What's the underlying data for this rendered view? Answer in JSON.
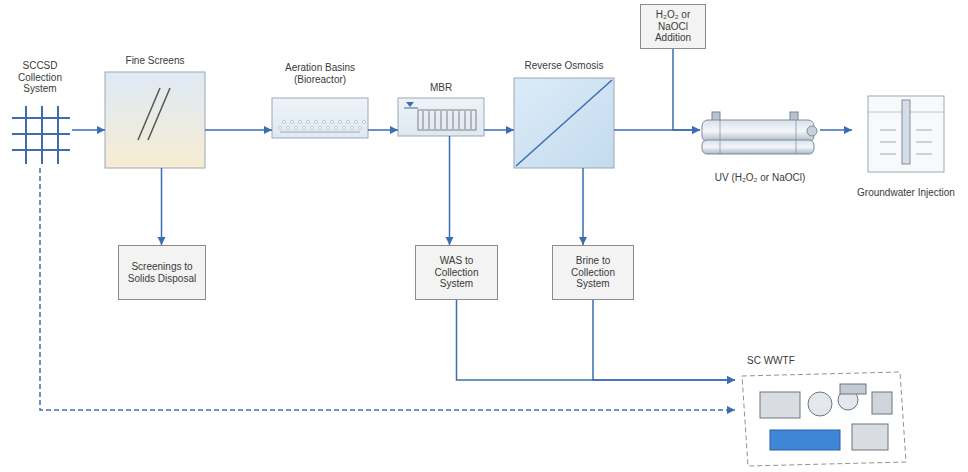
{
  "diagram": {
    "nodes": [
      {
        "text": [
          "SCCSD Collection System"
        ]
      },
      {
        "text": [
          "Fine Screens"
        ]
      },
      {
        "text": [
          "Aeration Basins (Bioreactor)"
        ]
      },
      {
        "text": [
          "MBR"
        ]
      },
      {
        "text": [
          "Reverse Osmosis"
        ]
      },
      {
        "text": [
          "UV (H₂O₂ or NaOCl)"
        ]
      },
      {
        "text": [
          "Groundwater Injection"
        ]
      },
      {
        "text": [
          "Screenings to Solids Disposal"
        ]
      },
      {
        "text": [
          "WAS to Collection System"
        ]
      },
      {
        "text": [
          "Brine to Collection System"
        ]
      },
      {
        "text": [
          "H₂O₂ or NaOCl Addition"
        ]
      },
      {
        "text": [
          "SC WWTF"
        ]
      }
    ],
    "edges": [
      {
        "from": 0,
        "to": 1,
        "arrow": "to"
      },
      {
        "from": 1,
        "to": 2,
        "arrow": "to"
      },
      {
        "from": 2,
        "to": 3,
        "arrow": "to"
      },
      {
        "from": 3,
        "to": 4,
        "arrow": "to"
      },
      {
        "from": 4,
        "to": 5,
        "arrow": "to"
      },
      {
        "from": 5,
        "to": 6,
        "arrow": "to"
      },
      {
        "from": 1,
        "to": 7,
        "arrow": "to"
      },
      {
        "from": 3,
        "to": 8,
        "arrow": "to"
      },
      {
        "from": 4,
        "to": 9,
        "arrow": "to"
      },
      {
        "from": 10,
        "to": 5,
        "arrow": "to"
      },
      {
        "from": 8,
        "to": 11,
        "arrow": "to"
      },
      {
        "from": 9,
        "to": 11,
        "arrow": "to"
      },
      {
        "from": 0,
        "to": 11,
        "arrow": "to"
      }
    ]
  }
}
